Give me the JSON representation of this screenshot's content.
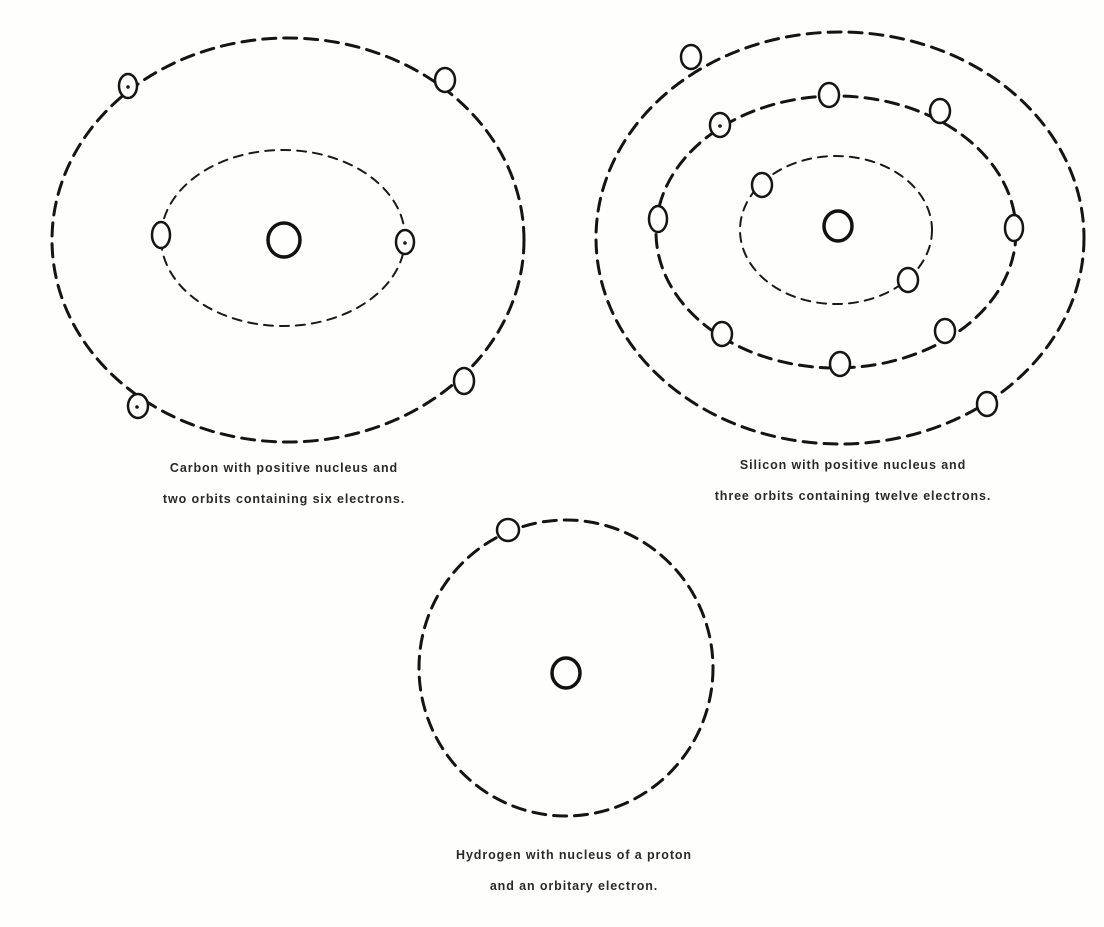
{
  "captions": {
    "carbon": {
      "line1": "Carbon with positive nucleus and",
      "line2": "two orbits containing six electrons."
    },
    "silicon": {
      "line1": "Silicon with positive nucleus and",
      "line2": "three orbits containing twelve electrons."
    },
    "hydrogen": {
      "line1": "Hydrogen with nucleus of a proton",
      "line2": "and an orbitary electron."
    }
  },
  "colors": {
    "background": "#fefefc",
    "ink": "#141414"
  }
}
